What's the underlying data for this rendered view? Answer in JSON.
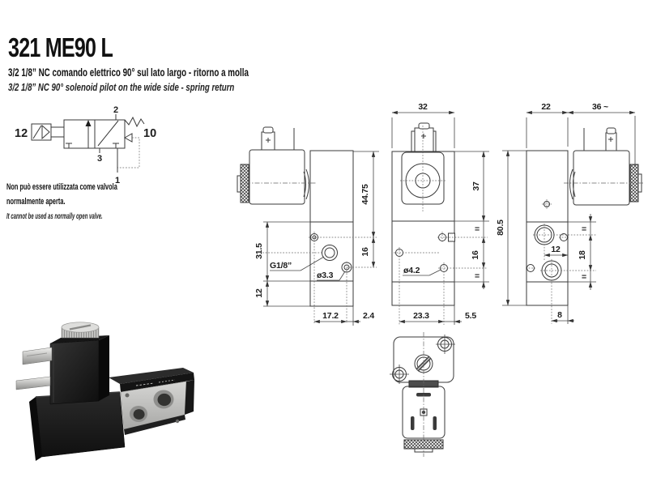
{
  "header": {
    "title": "321 ME90 L",
    "subtitle_it": "3/2 1/8” NC comando elettrico 90° sul lato largo - ritorno a molla",
    "subtitle_en": "3/2 1/8” NC 90° solenoid pilot on the wide side - spring return"
  },
  "note": {
    "it1": "Non può essere utilizzata come valvola",
    "it2": "normalmente aperta.",
    "en": "It cannot be used as normally open valve."
  },
  "symbol": {
    "p12": "12",
    "p10": "10",
    "p2": "2",
    "p3": "3",
    "p1": "1"
  },
  "d1": {
    "h_top": "44.75",
    "h_ports": "16",
    "h_mid": "31.5",
    "h_low": "12",
    "w_ports": "17.2",
    "w_edge": "2.4",
    "thread": "G1/8”",
    "hole": "ø3.3"
  },
  "d2": {
    "w_body": "32",
    "h_coil": "37",
    "eq1": "=",
    "h_ports": "16",
    "eq2": "=",
    "w_ports": "23.3",
    "w_edge": "5.5",
    "hole": "ø4.2"
  },
  "d3": {
    "w_body": "22",
    "w_coil": "36 ~",
    "h_total": "80.5",
    "w_port": "12",
    "eq1": "=",
    "h_ports": "18",
    "eq2": "=",
    "w_exh": "8"
  },
  "colors": {
    "line": "#3a3a3a",
    "text": "#1a1a1a",
    "background": "#ffffff"
  }
}
